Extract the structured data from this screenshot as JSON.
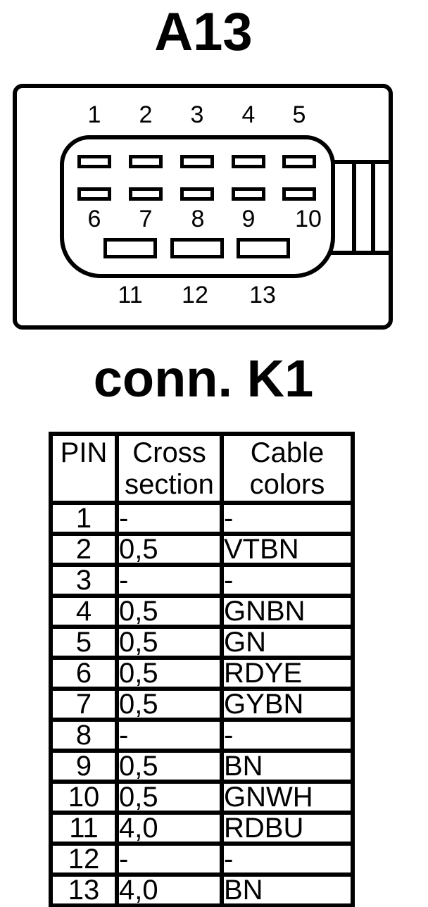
{
  "page": {
    "background": "#ffffff",
    "ink": "#000000"
  },
  "connector_block": {
    "title": "A13",
    "caption": "conn. K1",
    "pin_labels_top": [
      "1",
      "2",
      "3",
      "4",
      "5"
    ],
    "pin_labels_middle": [
      "6",
      "7",
      "8",
      "9",
      "10"
    ],
    "pin_labels_bottom": [
      "11",
      "12",
      "13"
    ]
  },
  "pin_table": {
    "headers": [
      "PIN",
      "Cross section",
      "Cable colors"
    ],
    "rows": [
      [
        "1",
        "-",
        "-"
      ],
      [
        "2",
        "0,5",
        "VTBN"
      ],
      [
        "3",
        "-",
        "-"
      ],
      [
        "4",
        "0,5",
        "GNBN"
      ],
      [
        "5",
        "0,5",
        "GN"
      ],
      [
        "6",
        "0,5",
        "RDYE"
      ],
      [
        "7",
        "0,5",
        "GYBN"
      ],
      [
        "8",
        "-",
        "-"
      ],
      [
        "9",
        "0,5",
        "BN"
      ],
      [
        "10",
        "0,5",
        "GNWH"
      ],
      [
        "11",
        "4,0",
        "RDBU"
      ],
      [
        "12",
        "-",
        "-"
      ],
      [
        "13",
        "4,0",
        "BN"
      ]
    ]
  }
}
